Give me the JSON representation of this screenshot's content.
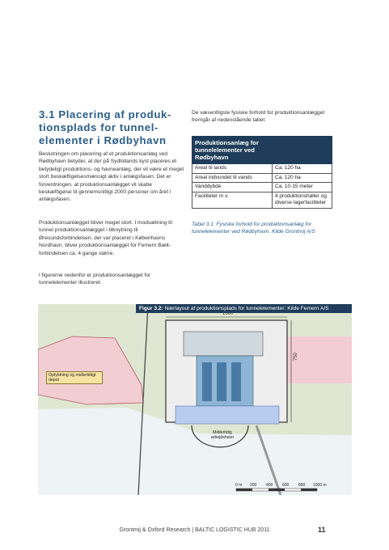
{
  "section": {
    "title": "3.1  Placering af produk-tionsplads for tunnel-elementer i Rødbyhavn"
  },
  "left_column": {
    "p1": "Beslutningen om placering af et produktionsanlæg ved Rødbyhavn betyder, at der på Sydlollands kyst placeres et betydeligt produktions- og havneanlæg, der vil være et meget stort beskæftigelsesmæssigt aktiv i anlægsfasen. Det er forventningen, at produktionsanlægget vil skabe beskæftigelse til gennemsnitligt 2000 personer om året i anlægsfasen.",
    "p2": "Produktionsanlægget bliver meget stort. I modsætning til tunnel produktionsanlægget i tilknytning til Øresundsforbindelsen, der var placeret i Københavns Nordhavn, bliver produktionsanlægget for Femern Bælt-forbindelsen ca. 4 gange større.",
    "p3": "I figurerne nedenfor er produktionsanlægget for tunnelelementer illustreret."
  },
  "right_column": {
    "intro": "De væsentligste fysiske forhold for produktionsanlægget fremgår af nedenstående tabel:",
    "table": {
      "header": "Produktionsanlæg for tunnelelementer ved Rødbyhavn",
      "rows": [
        {
          "label": "Areal til lands",
          "value": "Ca. 120 ha"
        },
        {
          "label": "Areal indvundet til vands",
          "value": "Ca. 120 ha"
        },
        {
          "label": "Vanddybde",
          "value": "Ca. 10-15 meter"
        },
        {
          "label": "Faciliteter m.v.",
          "value": "4 produktionshaller og diverse lagerfaciliteter"
        }
      ]
    },
    "caption": "Tabel 3.1: Fysiske forhold for produktionsanlæg for tunnelelementer ved Rødbyhavn. Kilde Grontmij A/S"
  },
  "figure": {
    "caption_label": "Figur 3.2:",
    "caption_text": "Nærlayout af produktionsplads for tunnelelementer: Kilde Femern A/S",
    "dim_top": "1600",
    "dim_right": "750",
    "label_depot": "Opfyldning og midlertidigt depot",
    "label_harbour": "Midlertidig arbejdshavn",
    "scale_labels": [
      "0 m",
      "200",
      "400",
      "600",
      "800",
      "1000 m"
    ]
  },
  "footer": {
    "text": "Grontmij & Oxford Research | BALTIC LOGISTIC HUB 2011",
    "page_number": "11"
  }
}
